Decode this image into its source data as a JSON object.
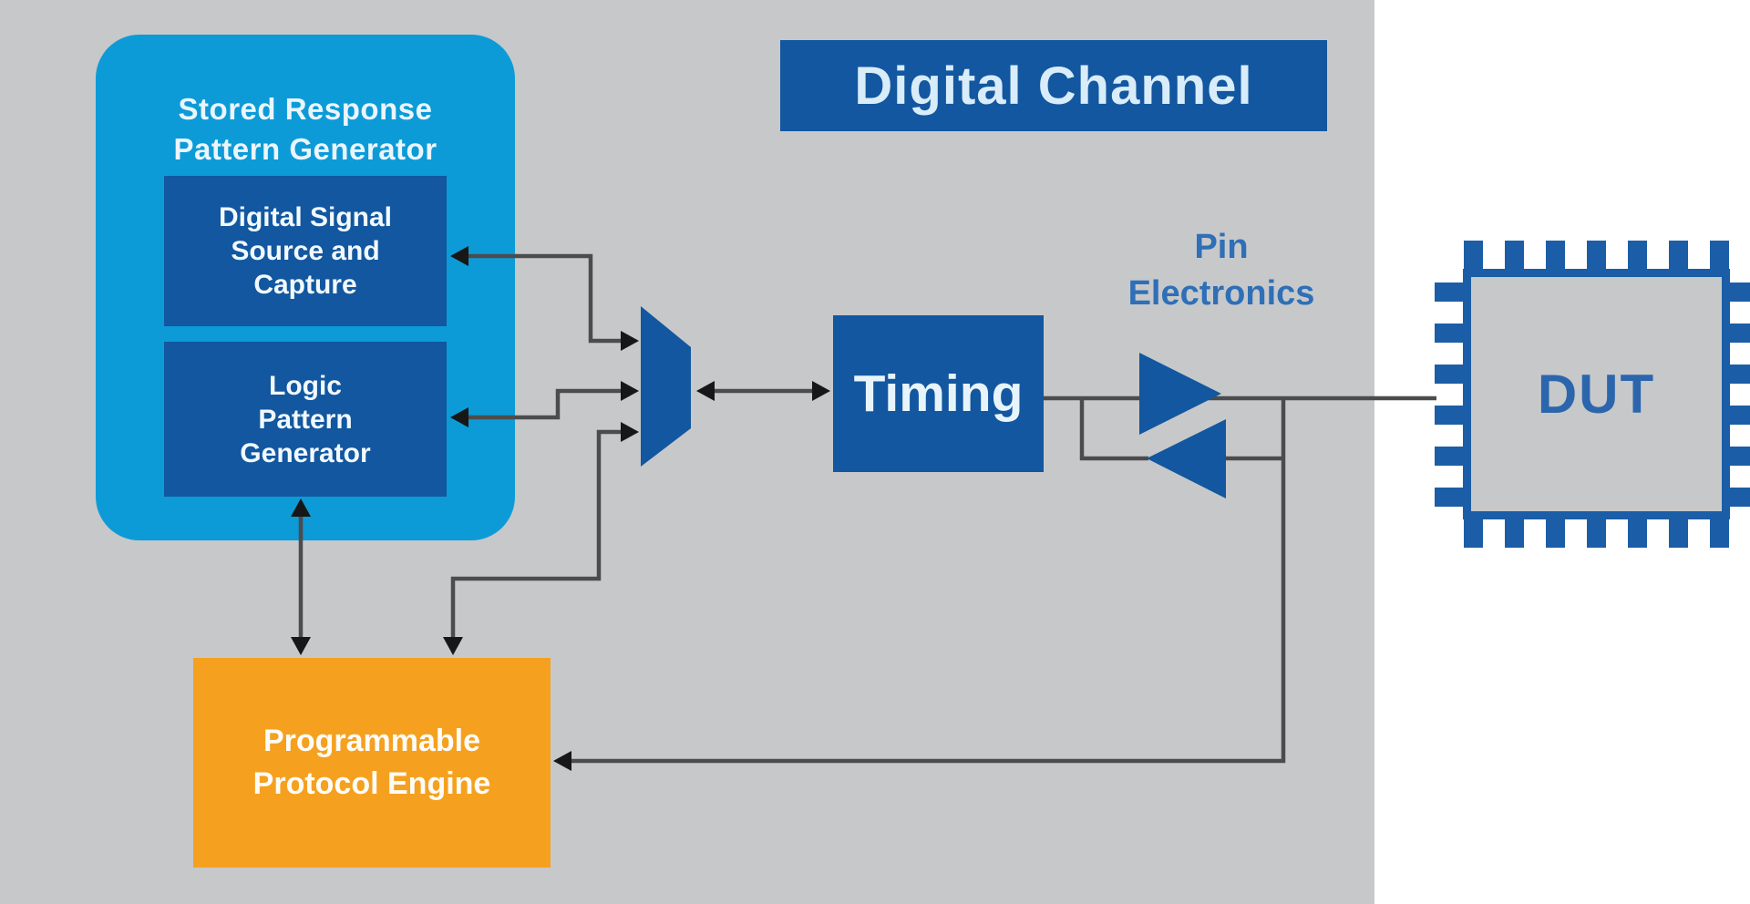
{
  "diagram": {
    "region_label": "Digital Channel",
    "stored_response_generator": {
      "title": [
        "Stored Response",
        "Pattern Generator"
      ],
      "digital_signal_box": [
        "Digital Signal",
        "Source and",
        "Capture"
      ],
      "logic_pattern_box": [
        "Logic",
        "Pattern",
        "Generator"
      ]
    },
    "timing_label": "Timing",
    "pin_electronics_label": [
      "Pin",
      "Electronics"
    ],
    "protocol_engine": [
      "Programmable",
      "Protocol Engine"
    ],
    "dut_label": "DUT",
    "colors": {
      "panel_gray": "#c7c8ca",
      "light_blue": "#0c9bd7",
      "dark_blue": "#12579f",
      "orange": "#f5a11f",
      "wire": "#4c4c4e",
      "arrow": "#171717",
      "label_blue": "#2e6fb7",
      "dut_chip_blue": "#1b5ea7",
      "dut_text_blue": "#2b66ad"
    }
  }
}
